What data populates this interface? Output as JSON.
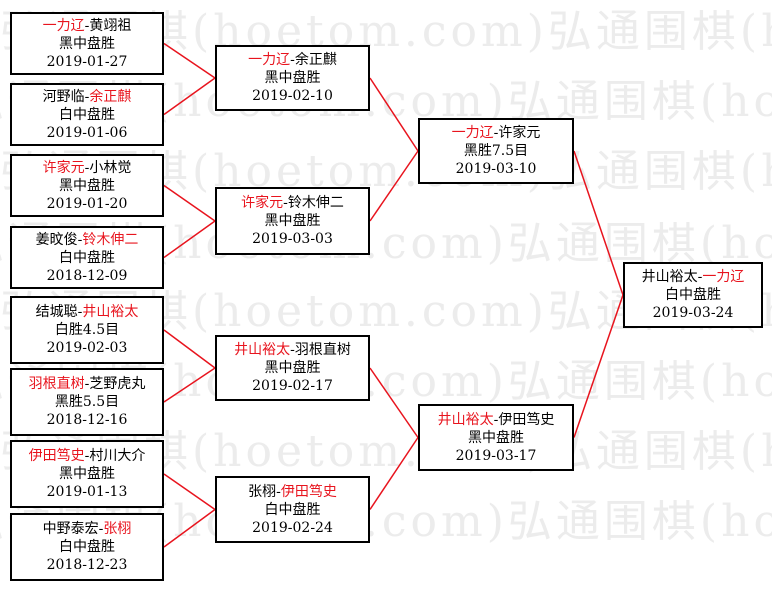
{
  "watermark": {
    "text": "弘通围棋(hoetom.com)弘通围棋(hoetom.com)"
  },
  "colors": {
    "winner": "#e8141e",
    "connector": "#e8141e",
    "border": "#000000",
    "watermark": "#ececec"
  },
  "rounds": [
    {
      "matches": [
        {
          "p1": "一力辽",
          "p2": "黄翊祖",
          "winner": 1,
          "result": "黑中盘胜",
          "date": "2019-01-27"
        },
        {
          "p1": "河野临",
          "p2": "余正麒",
          "winner": 2,
          "result": "白中盘胜",
          "date": "2019-01-06"
        },
        {
          "p1": "许家元",
          "p2": "小林觉",
          "winner": 1,
          "result": "黑中盘胜",
          "date": "2019-01-20"
        },
        {
          "p1": "姜旼俊",
          "p2": "铃木伸二",
          "winner": 2,
          "result": "白中盘胜",
          "date": "2018-12-09"
        },
        {
          "p1": "结城聪",
          "p2": "井山裕太",
          "winner": 2,
          "result": "白胜4.5目",
          "date": "2019-02-03"
        },
        {
          "p1": "羽根直树",
          "p2": "芝野虎丸",
          "winner": 1,
          "result": "黑胜5.5目",
          "date": "2018-12-16"
        },
        {
          "p1": "伊田笃史",
          "p2": "村川大介",
          "winner": 1,
          "result": "黑中盘胜",
          "date": "2019-01-13"
        },
        {
          "p1": "中野泰宏",
          "p2": "张栩",
          "winner": 2,
          "result": "白中盘胜",
          "date": "2018-12-23"
        }
      ]
    },
    {
      "matches": [
        {
          "p1": "一力辽",
          "p2": "余正麒",
          "winner": 1,
          "result": "黑中盘胜",
          "date": "2019-02-10"
        },
        {
          "p1": "许家元",
          "p2": "铃木伸二",
          "winner": 1,
          "result": "黑中盘胜",
          "date": "2019-03-03"
        },
        {
          "p1": "井山裕太",
          "p2": "羽根直树",
          "winner": 1,
          "result": "黑中盘胜",
          "date": "2019-02-17"
        },
        {
          "p1": "张栩",
          "p2": "伊田笃史",
          "winner": 2,
          "result": "白中盘胜",
          "date": "2019-02-24"
        }
      ]
    },
    {
      "matches": [
        {
          "p1": "一力辽",
          "p2": "许家元",
          "winner": 1,
          "result": "黑胜7.5目",
          "date": "2019-03-10"
        },
        {
          "p1": "井山裕太",
          "p2": "伊田笃史",
          "winner": 1,
          "result": "黑中盘胜",
          "date": "2019-03-17"
        }
      ]
    },
    {
      "matches": [
        {
          "p1": "井山裕太",
          "p2": "一力辽",
          "winner": 2,
          "result": "白中盘胜",
          "date": "2019-03-24"
        }
      ]
    }
  ]
}
